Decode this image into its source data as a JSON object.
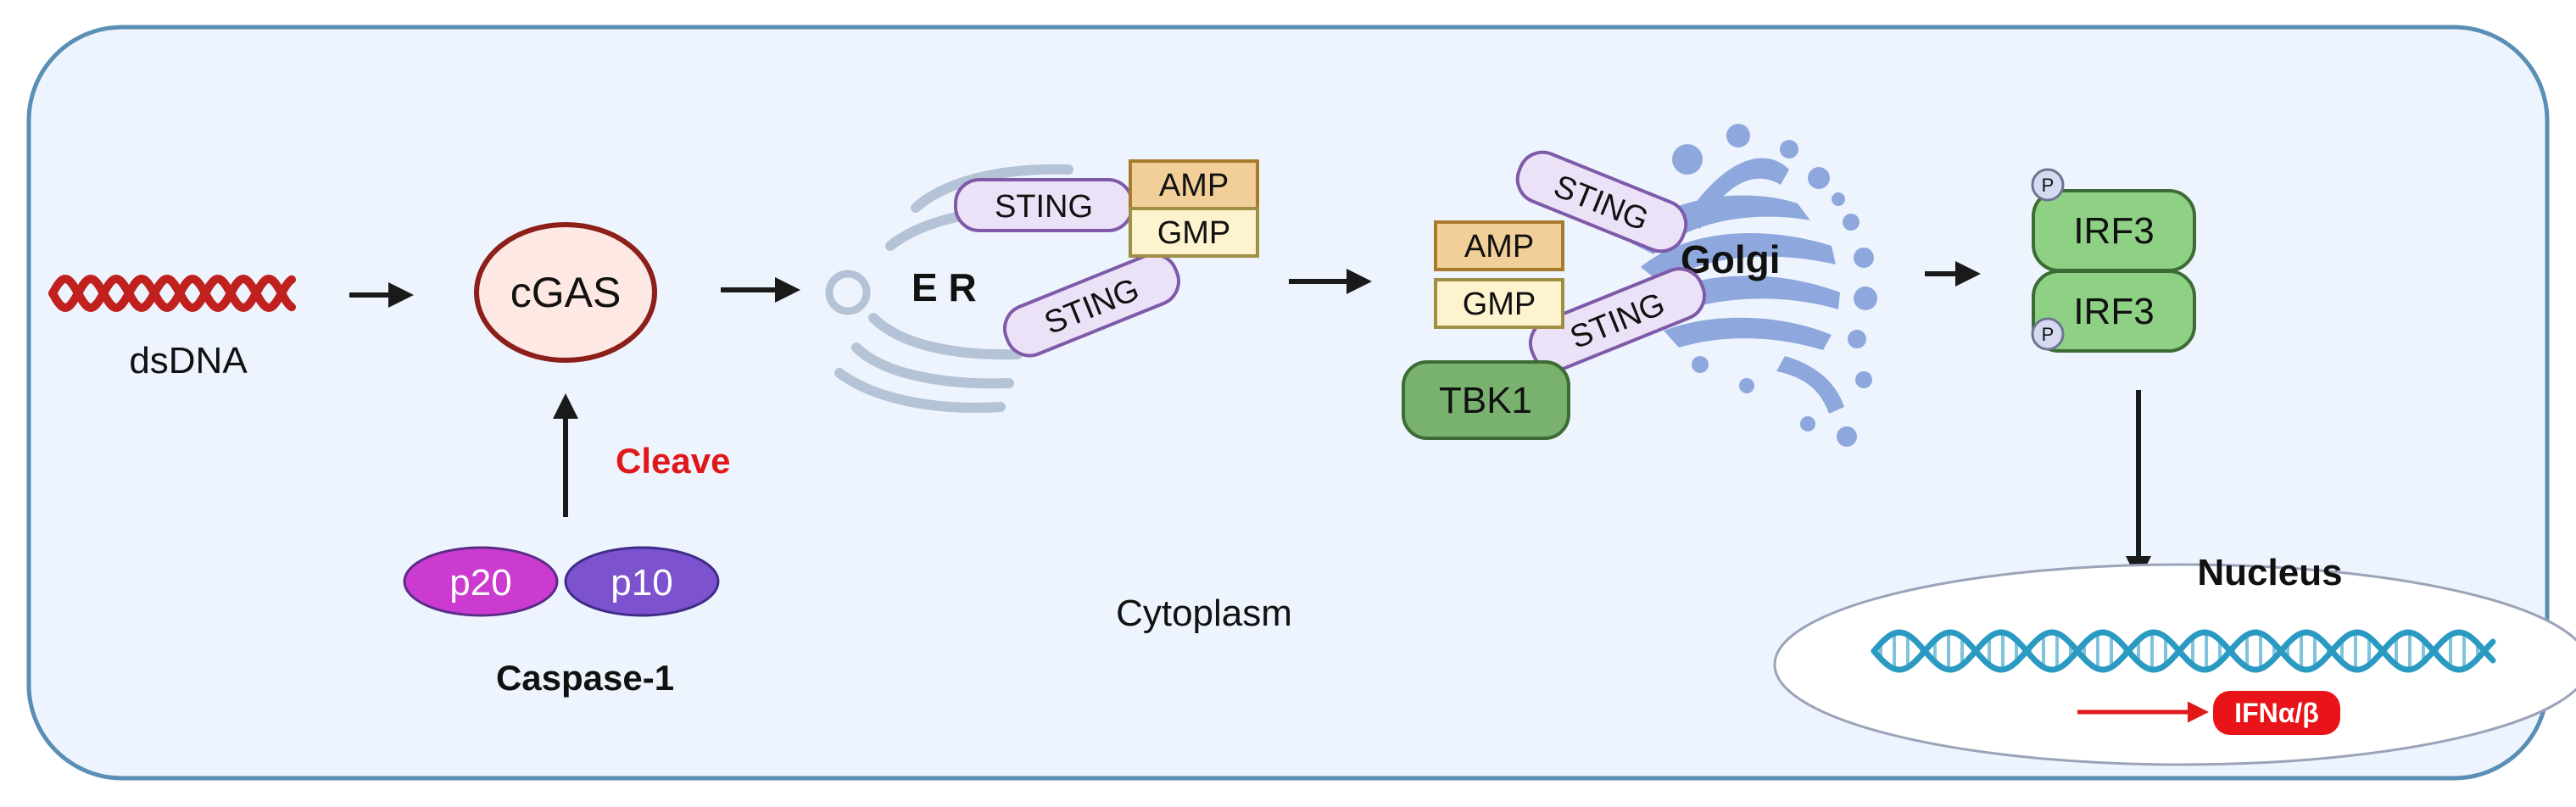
{
  "labels": {
    "dsdna": "dsDNA",
    "cgas": "cGAS",
    "cleave": "Cleave",
    "p20": "p20",
    "p10": "p10",
    "caspase": "Caspase-1",
    "er": "E R",
    "sting": "STING",
    "amp": "AMP",
    "gmp": "GMP",
    "golgi": "Golgi",
    "tbk1": "TBK1",
    "irf3": "IRF3",
    "phospho": "P",
    "cytoplasm": "Cytoplasm",
    "nucleus": "Nucleus",
    "ifn": "IFNα/β"
  },
  "colors": {
    "cell_fill": "#eef4fd",
    "cell_border": "#5a8fb5",
    "dsdna": "#c0201e",
    "cgas_fill": "#fde8e4",
    "cgas_border": "#8c1f1a",
    "cleave": "#e0181a",
    "p20": "#cc3bd0",
    "p10": "#7c52cf",
    "sting_fill": "#ece2f7",
    "sting_border": "#7e5aa8",
    "amp_fill": "#f2cf99",
    "amp_border": "#a87a2c",
    "gmp_fill": "#fdf4cf",
    "gmp_border": "#a08f43",
    "golgi": "#8ea8de",
    "er": "#b5c3d6",
    "tbk1_fill": "#79b26e",
    "irf3_fill": "#8fd184",
    "green_border": "#3d6b35",
    "phospho_fill": "#d6daf1",
    "nucleus_fill": "#ffffff",
    "nucleus_border": "#9aa3b8",
    "dna_helix": "#2a9ac2",
    "ifn_fill": "#e8141a",
    "arrow": "#1a1a1a"
  },
  "icons": [
    "dsdna-helix-icon",
    "er-membrane-icon",
    "golgi-apparatus-icon",
    "dna-double-helix-icon",
    "phosphate-icon",
    "arrow-icon"
  ]
}
